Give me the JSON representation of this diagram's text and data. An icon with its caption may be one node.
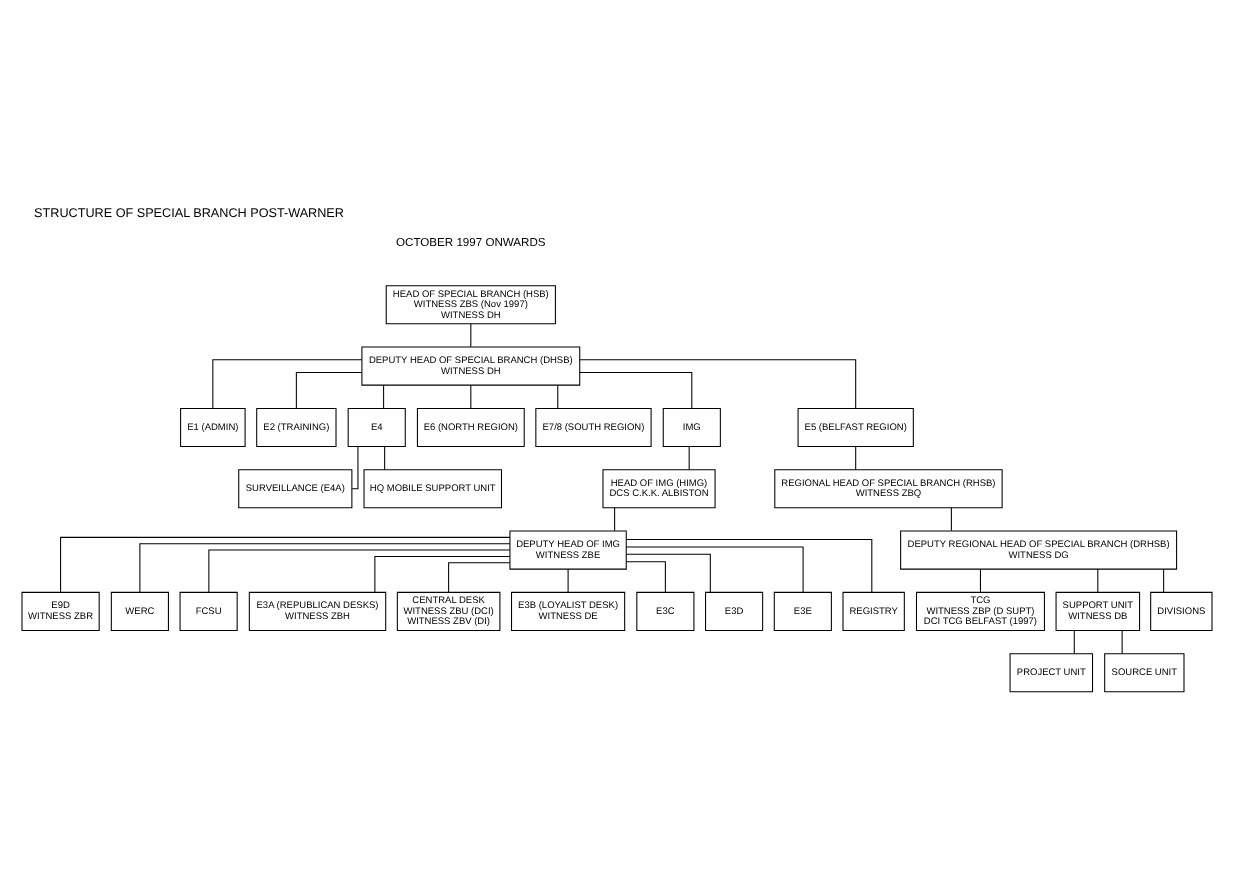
{
  "diagram": {
    "title": "STRUCTURE OF SPECIAL BRANCH POST-WARNER",
    "labels": [
      "OCTOBER 1997 ONWARDS"
    ],
    "nodes": [
      {
        "text": [
          "HEAD OF SPECIAL BRANCH (HSB)",
          "WITNESS ZBS (Nov 1997)",
          "WITNESS DH"
        ]
      },
      {
        "text": [
          "DEPUTY HEAD OF SPECIAL BRANCH (DHSB)",
          "WITNESS DH"
        ]
      },
      {
        "text": [
          "E1 (ADMIN)"
        ]
      },
      {
        "text": [
          "E2 (TRAINING)"
        ]
      },
      {
        "text": [
          "E4"
        ]
      },
      {
        "text": [
          "SURVEILLANCE (E4A)"
        ]
      },
      {
        "text": [
          "HQ MOBILE SUPPORT UNIT"
        ]
      },
      {
        "text": [
          "E6 (NORTH REGION)"
        ]
      },
      {
        "text": [
          "E7/8 (SOUTH REGION)"
        ]
      },
      {
        "text": [
          "IMG"
        ]
      },
      {
        "text": [
          "HEAD OF IMG (HIMG)",
          "DCS C.K.K. ALBISTON"
        ]
      },
      {
        "text": [
          "DEPUTY HEAD OF IMG",
          "WITNESS ZBE"
        ]
      },
      {
        "text": [
          "E5 (BELFAST REGION)"
        ]
      },
      {
        "text": [
          "REGIONAL HEAD OF SPECIAL BRANCH (RHSB)",
          "WITNESS ZBQ"
        ]
      },
      {
        "text": [
          "DEPUTY REGIONAL HEAD OF SPECIAL BRANCH (DRHSB)",
          "WITNESS DG"
        ]
      },
      {
        "text": [
          "E9D",
          "WITNESS ZBR"
        ]
      },
      {
        "text": [
          "WERC"
        ]
      },
      {
        "text": [
          "FCSU"
        ]
      },
      {
        "text": [
          "TCG",
          "WITNESS ZBP (D SUPT)",
          "DCI TCG BELFAST (1997)"
        ]
      },
      {
        "text": [
          "SUPPORT UNIT",
          "WITNESS DB"
        ]
      },
      {
        "text": [
          "E3A (REPUBLICAN DESKS)",
          "WITNESS ZBH"
        ]
      },
      {
        "text": [
          "CENTRAL DESK",
          "WITNESS ZBU (DCI)",
          "WITNESS ZBV (DI)"
        ]
      },
      {
        "text": [
          "E3B (LOYALIST DESK)",
          "WITNESS DE"
        ]
      },
      {
        "text": [
          "E3C"
        ]
      },
      {
        "text": [
          "E3D"
        ]
      },
      {
        "text": [
          "E3E"
        ]
      },
      {
        "text": [
          "REGISTRY"
        ]
      },
      {
        "text": [
          "PROJECT UNIT"
        ]
      },
      {
        "text": [
          "SOURCE UNIT"
        ]
      },
      {
        "text": [
          "DIVISIONS"
        ]
      }
    ],
    "edges": [
      {
        "from": 0,
        "to": 1,
        "arrow": "none"
      },
      {
        "from": 1,
        "to": 2,
        "arrow": "none"
      },
      {
        "from": 1,
        "to": 3,
        "arrow": "none"
      },
      {
        "from": 1,
        "to": 9,
        "arrow": "none"
      },
      {
        "from": 1,
        "to": 4,
        "arrow": "none"
      },
      {
        "from": 1,
        "to": 12,
        "arrow": "none"
      },
      {
        "from": 1,
        "to": 7,
        "arrow": "none"
      },
      {
        "from": 1,
        "to": 8,
        "arrow": "none"
      },
      {
        "from": 4,
        "to": 5,
        "arrow": "none"
      },
      {
        "from": 4,
        "to": 6,
        "arrow": "none"
      },
      {
        "from": 9,
        "to": 10,
        "arrow": "none"
      },
      {
        "from": 10,
        "to": 11,
        "arrow": "none"
      },
      {
        "from": 11,
        "to": 20,
        "arrow": "none"
      },
      {
        "from": 11,
        "to": 21,
        "arrow": "none"
      },
      {
        "from": 11,
        "to": 22,
        "arrow": "none"
      },
      {
        "from": 11,
        "to": 23,
        "arrow": "none"
      },
      {
        "from": 11,
        "to": 24,
        "arrow": "none"
      },
      {
        "from": 11,
        "to": 25,
        "arrow": "none"
      },
      {
        "from": 11,
        "to": 26,
        "arrow": "none"
      },
      {
        "from": 11,
        "to": 15,
        "arrow": "none"
      },
      {
        "from": 11,
        "to": 16,
        "arrow": "none"
      },
      {
        "from": 11,
        "to": 17,
        "arrow": "none"
      },
      {
        "from": 12,
        "to": 13,
        "arrow": "none"
      },
      {
        "from": 13,
        "to": 14,
        "arrow": "none"
      },
      {
        "from": 14,
        "to": 18,
        "arrow": "none"
      },
      {
        "from": 14,
        "to": 19,
        "arrow": "none"
      },
      {
        "from": 14,
        "to": 29,
        "arrow": "none"
      },
      {
        "from": 19,
        "to": 27,
        "arrow": "none"
      },
      {
        "from": 19,
        "to": 28,
        "arrow": "none"
      }
    ]
  }
}
